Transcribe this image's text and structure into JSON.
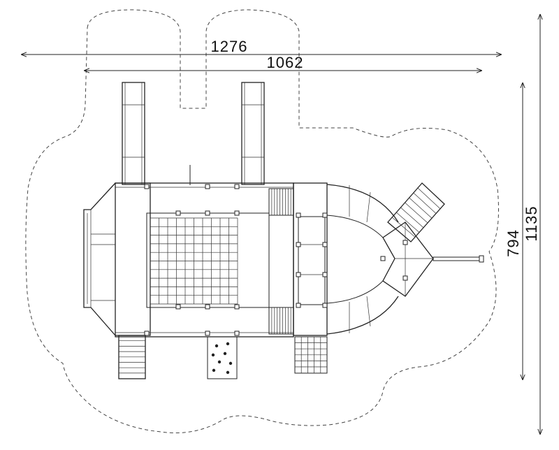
{
  "dimensions": {
    "overall_width": "1276",
    "structure_width": "1062",
    "structure_depth": "794",
    "overall_depth": "1135"
  },
  "colors": {
    "line": "#222222",
    "background": "#ffffff"
  }
}
